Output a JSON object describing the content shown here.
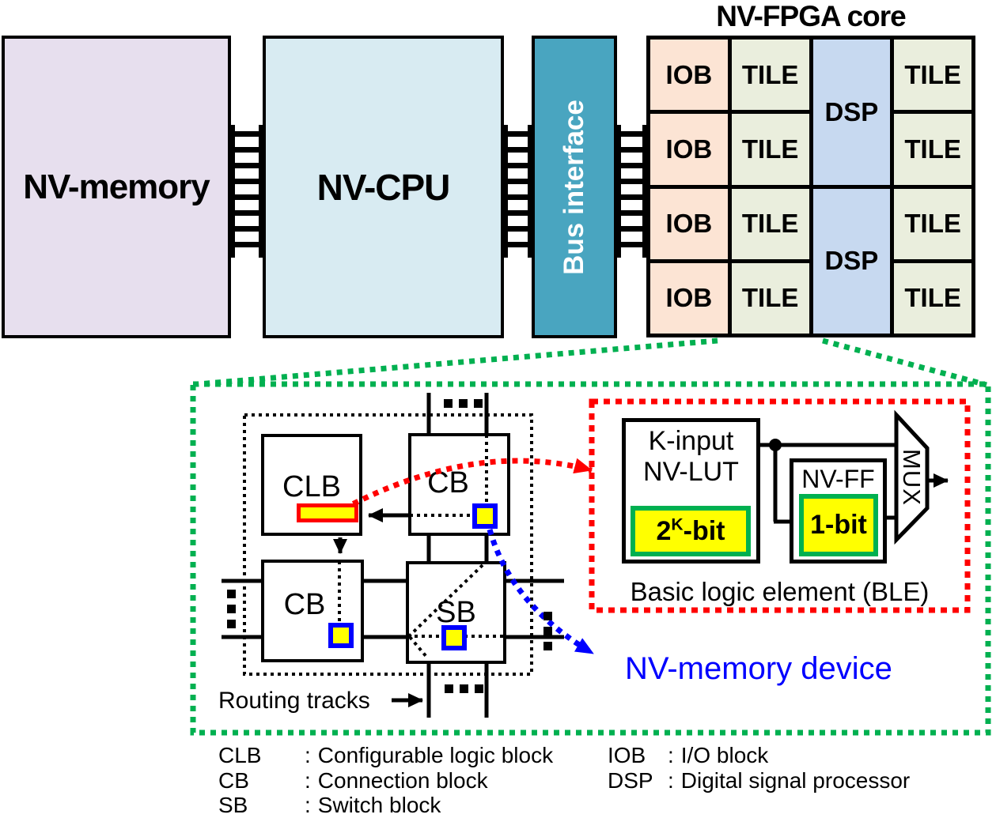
{
  "fpga": {
    "title": "NV-FPGA core",
    "iob_label": "IOB",
    "tile_label": "TILE",
    "dsp_label": "DSP"
  },
  "blocks": {
    "nv_memory": "NV-memory",
    "nv_cpu": "NV-CPU",
    "bus_interface": "Bus interface"
  },
  "tile_detail": {
    "clb_label": "CLB",
    "cb_label": "CB",
    "sb_label": "SB",
    "routing_tracks_label": "Routing tracks",
    "ellipsis": "..."
  },
  "ble": {
    "lut_line1": "K-input",
    "lut_line2": "NV-LUT",
    "lut_bits": {
      "base": "2",
      "sup": "K",
      "suffix": "-bit"
    },
    "ff_label": "NV-FF",
    "ff_bits": "1-bit",
    "mux_label": "MUX",
    "caption": "Basic logic element (BLE)"
  },
  "annotations": {
    "nv_memory_device": "NV-memory device"
  },
  "legend": {
    "colon": ":",
    "left": [
      {
        "abbr": "CLB",
        "desc": "Configurable logic block"
      },
      {
        "abbr": "CB",
        "desc": "Connection block"
      },
      {
        "abbr": "SB",
        "desc": "Switch block"
      }
    ],
    "right": [
      {
        "abbr": "IOB",
        "desc": "I/O block"
      },
      {
        "abbr": "DSP",
        "desc": "Digital signal processor"
      }
    ]
  },
  "colors": {
    "lavender": "#e7dfee",
    "cpu_blue": "#d8ebf2",
    "teal": "#49a5c0",
    "iob_peach": "#fce4d4",
    "tile_green": "#eaeedd",
    "dsp_blue": "#c7d9f0",
    "yellow": "#ffff00",
    "green": "#00b050",
    "red": "#ff0000",
    "blue": "#0000ff",
    "black": "#000000"
  }
}
